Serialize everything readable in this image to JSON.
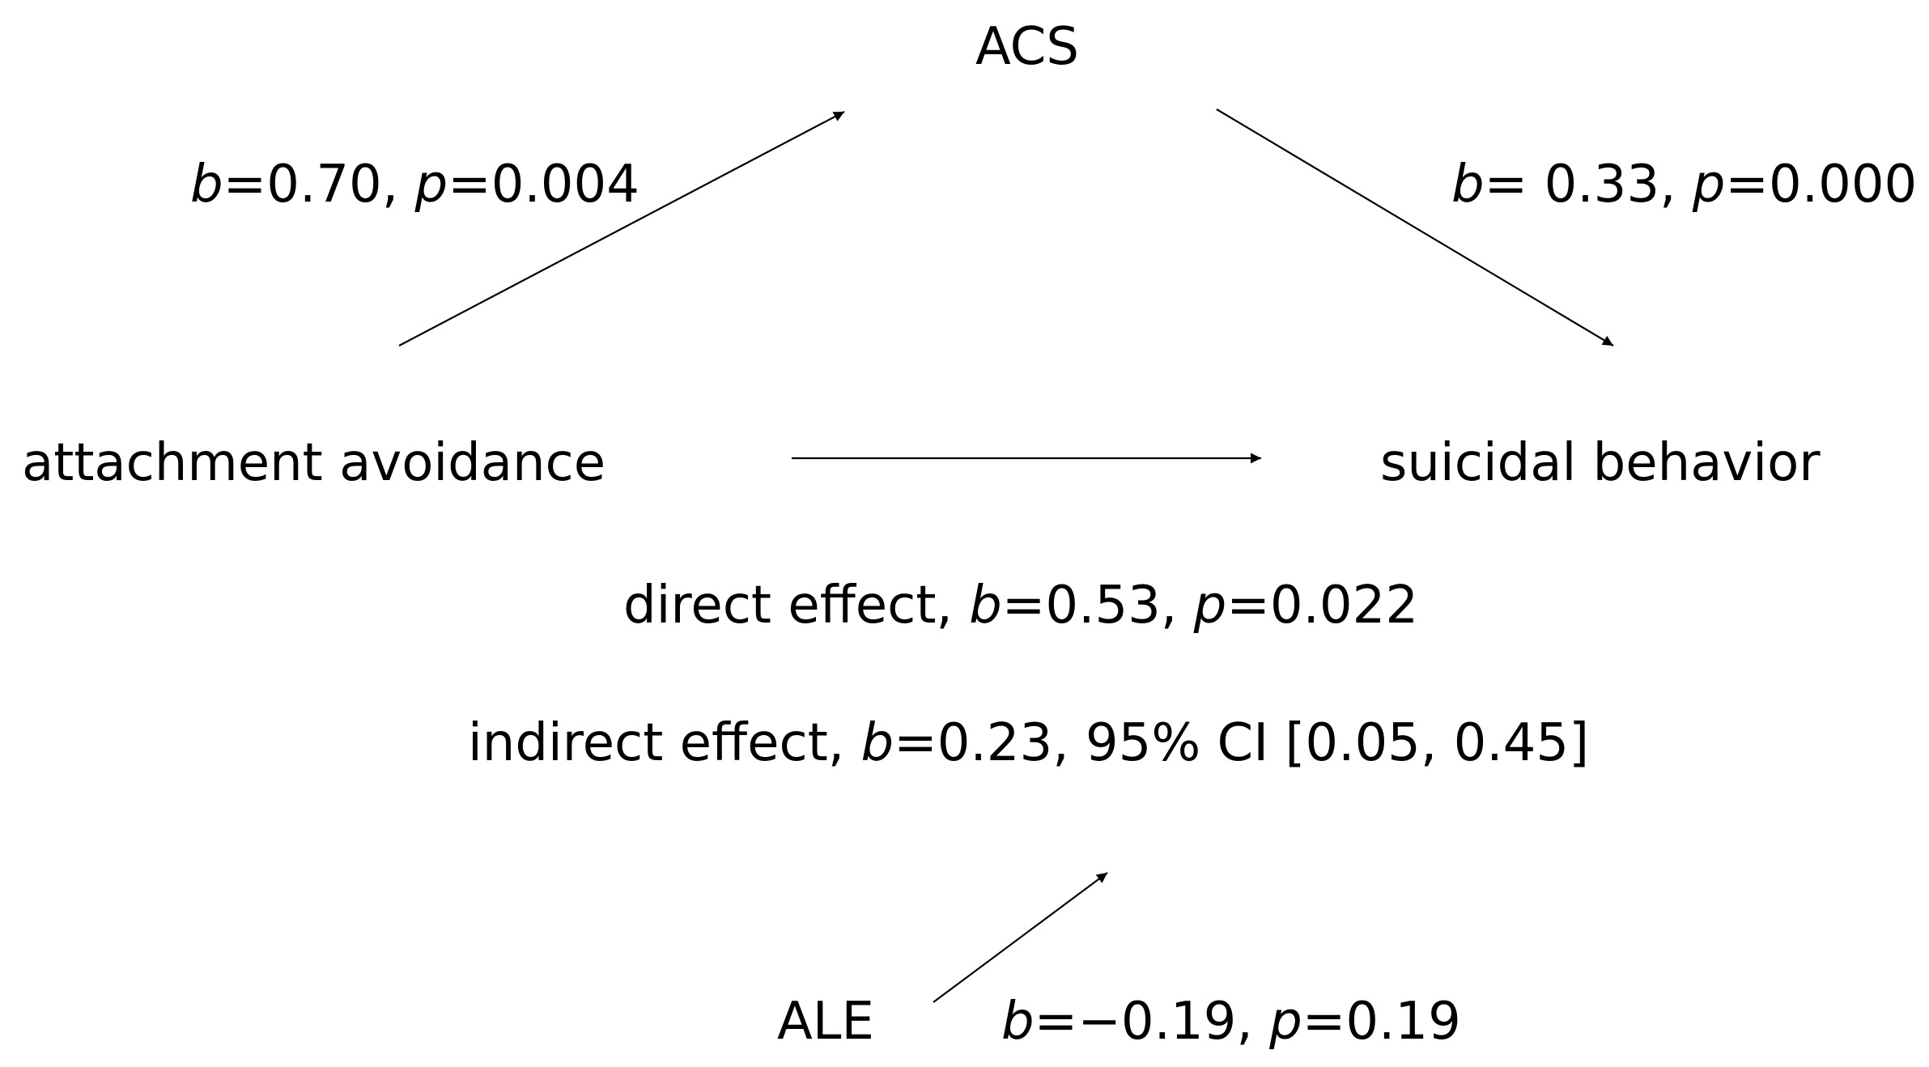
{
  "nodes": {
    "acs": "ACS",
    "predictor": "attachment avoidance",
    "outcome": "suicidal behavior",
    "moderator": "ALE"
  },
  "paths": {
    "a": {
      "b_symbol": "b",
      "b_value": "=0.70, ",
      "p_symbol": "p",
      "p_value": "=0.004"
    },
    "b": {
      "b_symbol": "b",
      "b_value": "= 0.33, ",
      "p_symbol": "p",
      "p_value": "=0.000"
    },
    "direct": {
      "prefix": "direct effect, ",
      "b_symbol": "b",
      "b_value": "=0.53, ",
      "p_symbol": "p",
      "p_value": "=0.022"
    },
    "indirect": {
      "prefix": "indirect effect, ",
      "b_symbol": "b",
      "b_value": "=0.23, 95% CI [0.05, 0.45]"
    },
    "moderation": {
      "b_symbol": "b",
      "b_value": "=−0.19, ",
      "p_symbol": "p",
      "p_value": "=0.19"
    }
  }
}
